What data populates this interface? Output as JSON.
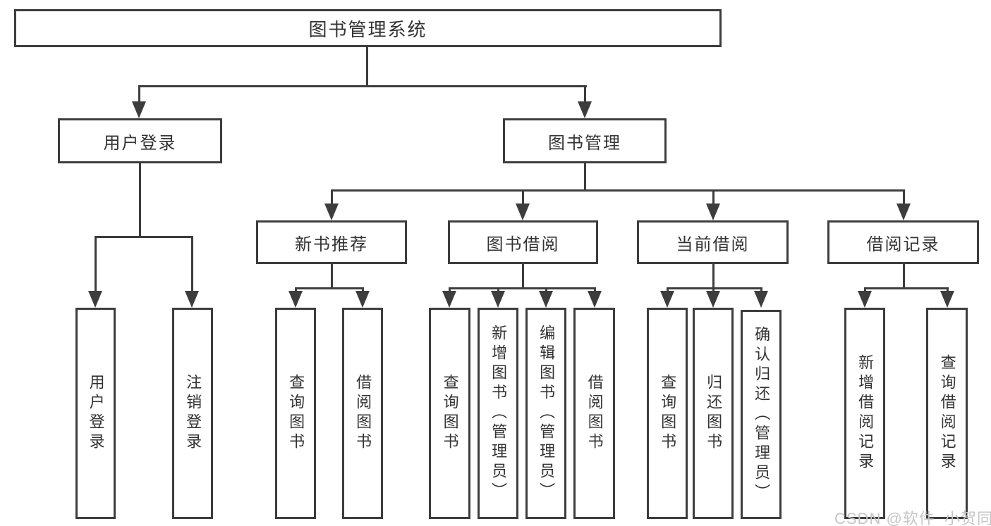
{
  "diagram": {
    "title": "图书管理系统",
    "nodes": {
      "root": {
        "label": "图书管理系统"
      },
      "level2": [
        {
          "id": "user-login",
          "label": "用户登录"
        },
        {
          "id": "book-management",
          "label": "图书管理"
        }
      ],
      "level3": [
        {
          "id": "new-book-recommend",
          "parent": "图书管理",
          "label": "新书推荐"
        },
        {
          "id": "book-borrowing",
          "parent": "图书管理",
          "label": "图书借阅"
        },
        {
          "id": "current-borrowing",
          "parent": "图书管理",
          "label": "当前借阅"
        },
        {
          "id": "borrow-records",
          "parent": "图书管理",
          "label": "借阅记录"
        }
      ],
      "leaves": [
        {
          "parent": "用户登录",
          "label": "用户登录"
        },
        {
          "parent": "用户登录",
          "label": "注销登录"
        },
        {
          "parent": "新书推荐",
          "label": "查询图书"
        },
        {
          "parent": "新书推荐",
          "label": "借阅图书"
        },
        {
          "parent": "图书借阅",
          "label": "查询图书"
        },
        {
          "parent": "图书借阅",
          "label": "新增图书（管理员）"
        },
        {
          "parent": "图书借阅",
          "label": "编辑图书（管理员）"
        },
        {
          "parent": "图书借阅",
          "label": "借阅图书"
        },
        {
          "parent": "当前借阅",
          "label": "查询图书"
        },
        {
          "parent": "当前借阅",
          "label": "归还图书"
        },
        {
          "parent": "当前借阅",
          "label": "确认归还（管理员）"
        },
        {
          "parent": "借阅记录",
          "label": "新增借阅记录"
        },
        {
          "parent": "借阅记录",
          "label": "查询借阅记录"
        }
      ]
    },
    "colors": {
      "line": "#3d3d3d",
      "text": "#333333",
      "watermark_text_color": "#c6c6c6",
      "background": "#ffffff"
    }
  },
  "watermark": {
    "text": "CSDN @软件_小贺同学"
  }
}
